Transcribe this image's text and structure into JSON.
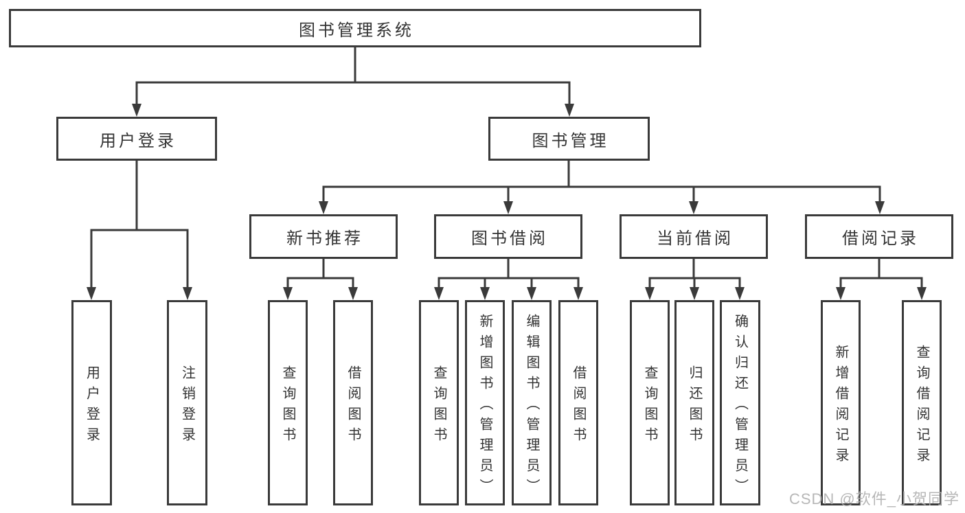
{
  "diagram": {
    "title": "图书管理系统",
    "type": "hierarchy-tree",
    "colors": {
      "line": "#3a3a3a",
      "box_border": "#3a3a3a",
      "text": "#333333",
      "background": "#ffffff",
      "watermark": "#b5b5b5"
    },
    "nodes": {
      "root": {
        "label": "图书管理系统"
      },
      "userLogin": {
        "label": "用户登录"
      },
      "bookManagement": {
        "label": "图书管理"
      },
      "newBookRec": {
        "label": "新书推荐"
      },
      "bookBorrow": {
        "label": "图书借阅"
      },
      "currentBorrow": {
        "label": "当前借阅"
      },
      "borrowRecord": {
        "label": "借阅记录"
      },
      "leafUserLogin": {
        "label": "用户登录"
      },
      "leafLogout": {
        "label": "注销登录"
      },
      "nbQuery": {
        "label": "查询图书"
      },
      "nbBorrow": {
        "label": "借阅图书"
      },
      "bbQuery": {
        "label": "查询图书"
      },
      "bbAdd": {
        "label": "新增图书（管理员）"
      },
      "bbEdit": {
        "label": "编辑图书（管理员）"
      },
      "bbBorrow": {
        "label": "借阅图书"
      },
      "cbQuery": {
        "label": "查询图书"
      },
      "cbReturn": {
        "label": "归还图书"
      },
      "cbConfirm": {
        "label": "确认归还（管理员）"
      },
      "brAdd": {
        "label": "新增借阅记录"
      },
      "brQuery": {
        "label": "查询借阅记录"
      }
    },
    "hierarchy": {
      "图书管理系统": {
        "用户登录": [
          "用户登录",
          "注销登录"
        ],
        "图书管理": {
          "新书推荐": [
            "查询图书",
            "借阅图书"
          ],
          "图书借阅": [
            "查询图书",
            "新增图书（管理员）",
            "编辑图书（管理员）",
            "借阅图书"
          ],
          "当前借阅": [
            "查询图书",
            "归还图书",
            "确认归还（管理员）"
          ],
          "借阅记录": [
            "新增借阅记录",
            "查询借阅记录"
          ]
        }
      }
    }
  },
  "watermark": {
    "text": "CSDN @软件_小贺同学"
  }
}
